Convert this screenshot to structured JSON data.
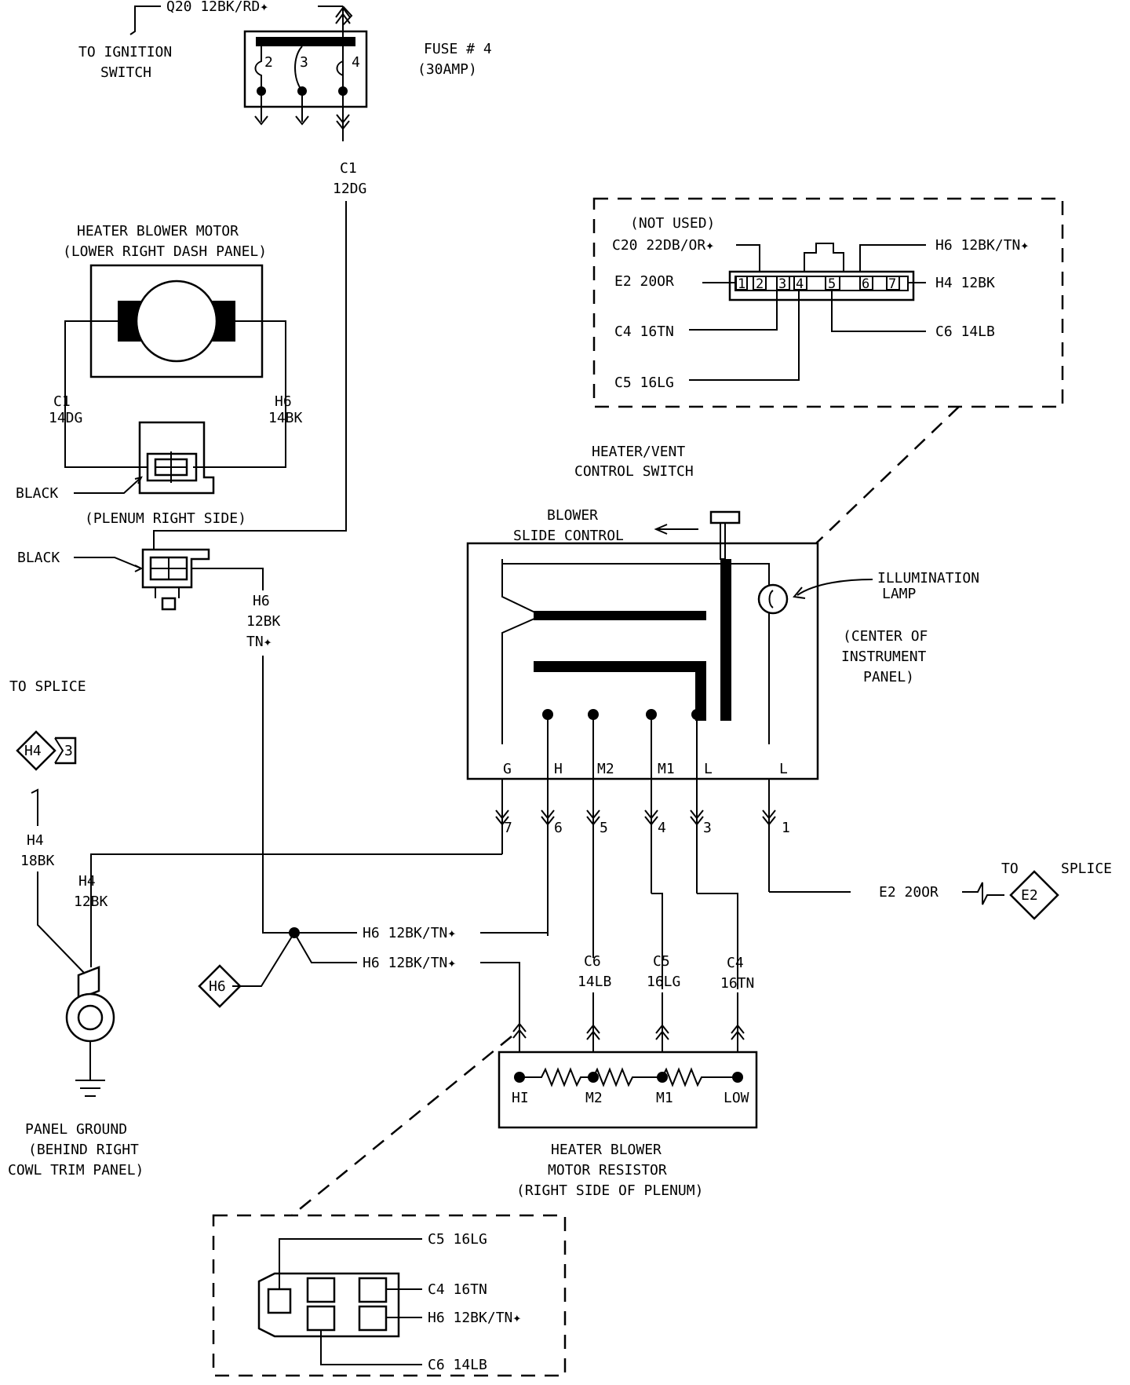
{
  "ignition": {
    "wire": "Q20 12BK/RD✦",
    "dest": [
      "TO IGNITION",
      "SWITCH"
    ]
  },
  "fuse": {
    "title": "FUSE # 4",
    "rating": "(30AMP)",
    "pins": [
      "2",
      "3",
      "4"
    ]
  },
  "c1_feed": {
    "code": "C1",
    "spec": "12DG"
  },
  "blower_motor": {
    "title": [
      "HEATER BLOWER MOTOR",
      "(LOWER RIGHT DASH PANEL)"
    ],
    "left_wire": [
      "C1",
      "14DG"
    ],
    "right_wire": [
      "H6",
      "14BK"
    ]
  },
  "connector_labels": {
    "black_1": "BLACK",
    "black_2": "BLACK",
    "plenum": "(PLENUM RIGHT SIDE)"
  },
  "h6_riser": [
    "H6",
    "12BK",
    "TN✦"
  ],
  "connector_detail_top": {
    "not_used": "(NOT USED)",
    "left": [
      "C20 22DB/OR✦",
      "E2 20OR",
      "C4 16TN",
      "C5 16LG"
    ],
    "right": [
      "H6 12BK/TN✦",
      "H4 12BK",
      "C6 14LB"
    ],
    "pins": [
      "1",
      "2",
      "3",
      "4",
      "5",
      "6",
      "7"
    ]
  },
  "switch": {
    "title": [
      "HEATER/VENT",
      "CONTROL SWITCH"
    ],
    "slide": [
      "BLOWER",
      "SLIDE CONTROL"
    ],
    "lamp": [
      "ILLUMINATION",
      "LAMP"
    ],
    "location": [
      "(CENTER OF",
      "INSTRUMENT",
      "PANEL)"
    ],
    "terminals": [
      "G",
      "H",
      "M2",
      "M1",
      "L",
      "L"
    ],
    "pins": [
      "7",
      "6",
      "5",
      "4",
      "3",
      "1"
    ]
  },
  "splice_left": {
    "label": "TO SPLICE",
    "node": "H4",
    "pin": "3"
  },
  "splice_right": {
    "to": "TO",
    "label": "SPLICE",
    "node": "E2",
    "wire": "E2 20OR"
  },
  "h4_wires": {
    "a": [
      "H4",
      "18BK"
    ],
    "b": [
      "H4",
      "12BK"
    ]
  },
  "h6_node": {
    "node": "H6",
    "wire_upper": "H6 12BK/TN✦",
    "wire_lower": "H6 12BK/TN✦"
  },
  "resistor_wires": {
    "c6": [
      "C6",
      "14LB"
    ],
    "c5": [
      "C5",
      "16LG"
    ],
    "c4": [
      "C4",
      "16TN"
    ]
  },
  "resistor": {
    "terminals": [
      "HI",
      "M2",
      "M1",
      "LOW"
    ],
    "title": [
      "HEATER BLOWER",
      "MOTOR RESISTOR",
      "(RIGHT SIDE OF PLENUM)"
    ]
  },
  "ground": {
    "title": [
      "PANEL GROUND",
      "(BEHIND RIGHT",
      "COWL TRIM PANEL)"
    ]
  },
  "connector_detail_bottom": {
    "wires": [
      "C5 16LG",
      "C4 16TN",
      "H6 12BK/TN✦",
      "C6 14LB"
    ]
  }
}
